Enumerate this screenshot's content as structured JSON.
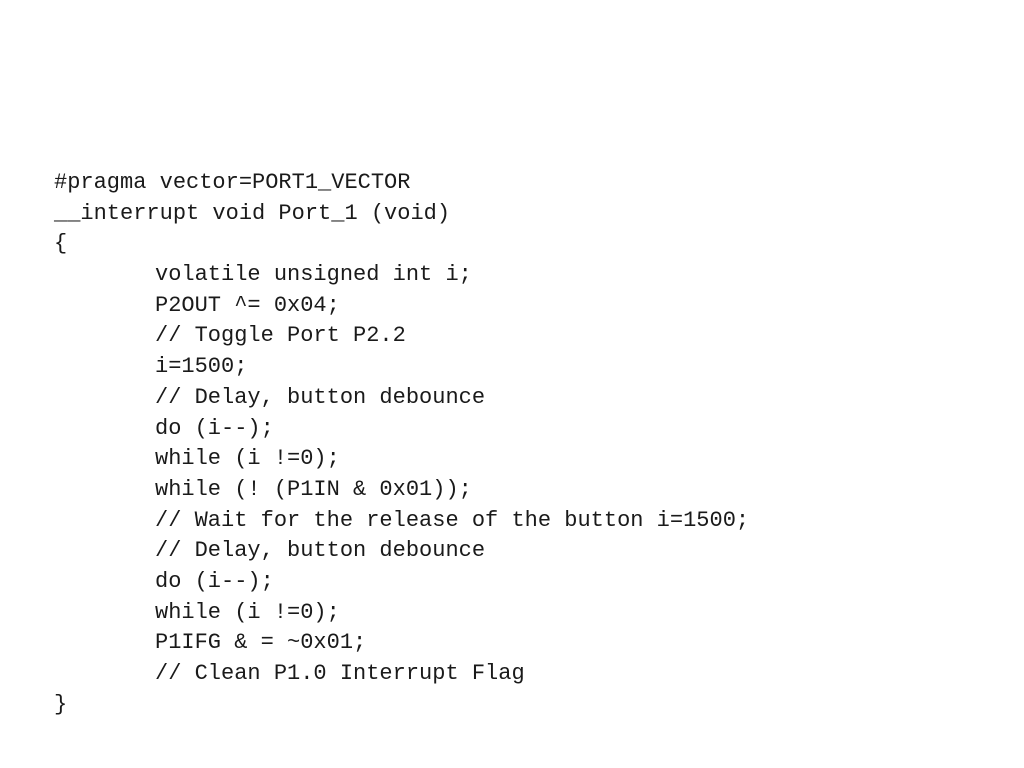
{
  "code": {
    "lines": [
      "#pragma vector=PORT1_VECTOR",
      "__interrupt void Port_1 (void)",
      "{",
      "volatile unsigned int i;",
      "P2OUT ^= 0x04;",
      "// Toggle Port P2.2",
      "i=1500;",
      "// Delay, button debounce",
      "do (i--);",
      "while (i !=0);",
      "while (! (P1IN & 0x01));",
      "// Wait for the release of the button i=1500;",
      "// Delay, button debounce",
      "do (i--);",
      "while (i !=0);",
      "P1IFG & = ~0x01;",
      "// Clean P1.0 Interrupt Flag",
      "}"
    ]
  }
}
